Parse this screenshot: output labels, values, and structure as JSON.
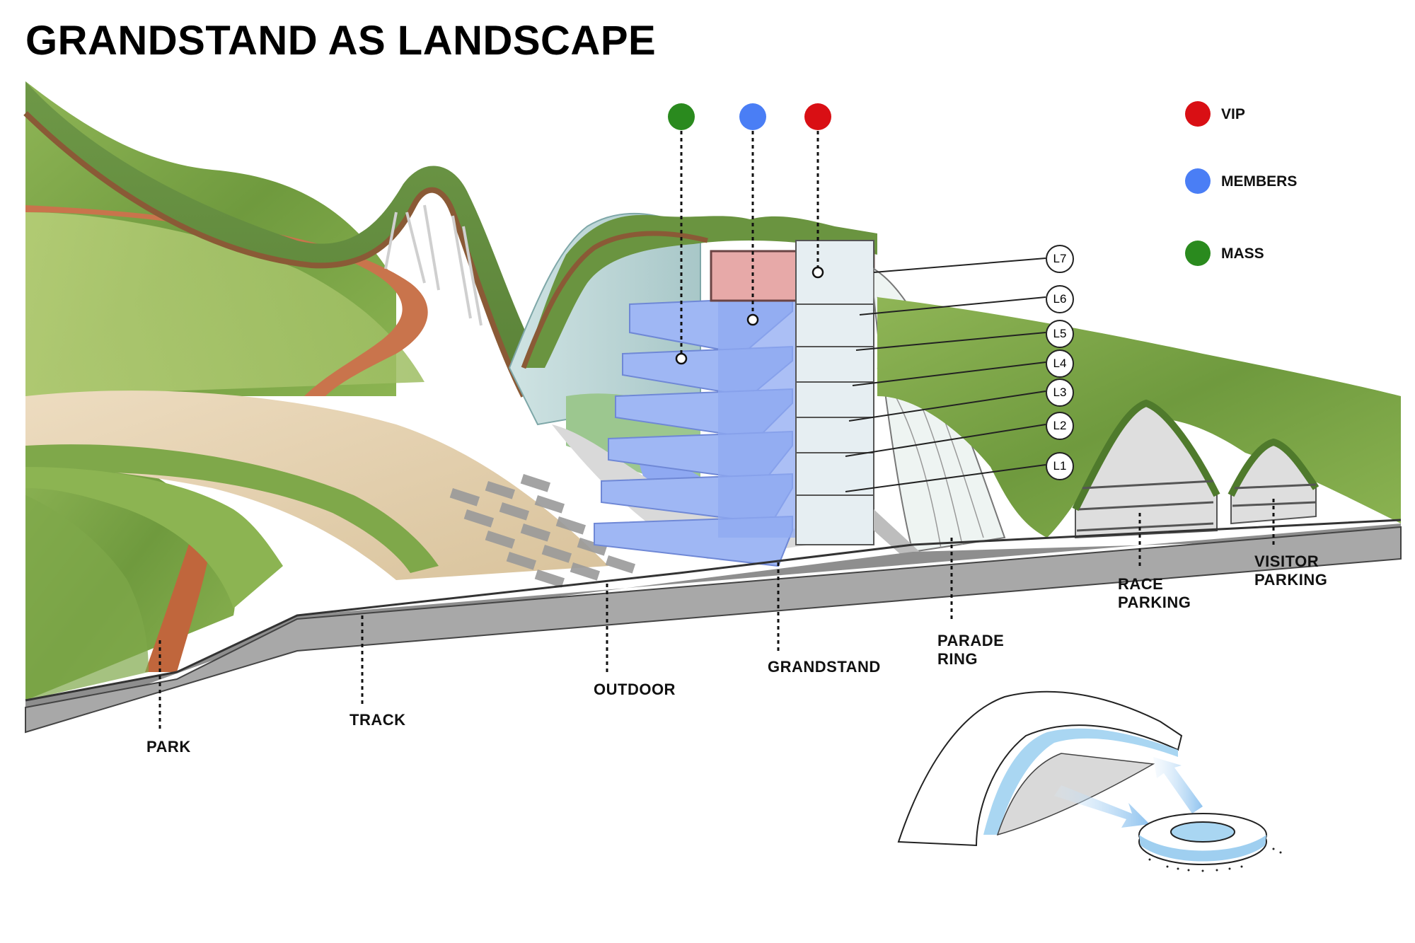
{
  "title": "GRANDSTAND AS LANDSCAPE",
  "legend": [
    {
      "label": "VIP",
      "color": "#d90f14"
    },
    {
      "label": "MEMBERS",
      "color": "#4a7ef5"
    },
    {
      "label": "MASS",
      "color": "#2a8a1e"
    }
  ],
  "levels": [
    "L7",
    "L6",
    "L5",
    "L4",
    "L3",
    "L2",
    "L1"
  ],
  "zones": {
    "park": "PARK",
    "track": "TRACK",
    "outdoor": "OUTDOOR",
    "grandstand": "GRANDSTAND",
    "parade_ring_1": "PARADE",
    "parade_ring_2": "RING",
    "race_parking_1": "RACE",
    "race_parking_2": "PARKING",
    "visitor_parking_1": "VISITOR",
    "visitor_parking_2": "PARKING"
  },
  "colors": {
    "grass": "#7fa84a",
    "grass_dark": "#4f7a2c",
    "track_dirt": "#c26a44",
    "sand": "#e6d5b5",
    "section_grey": "#a8a8a8",
    "vip_fill": "#e7a9a8",
    "members_fill": "#8fa9f2",
    "mass_fill": "#8fc087"
  }
}
